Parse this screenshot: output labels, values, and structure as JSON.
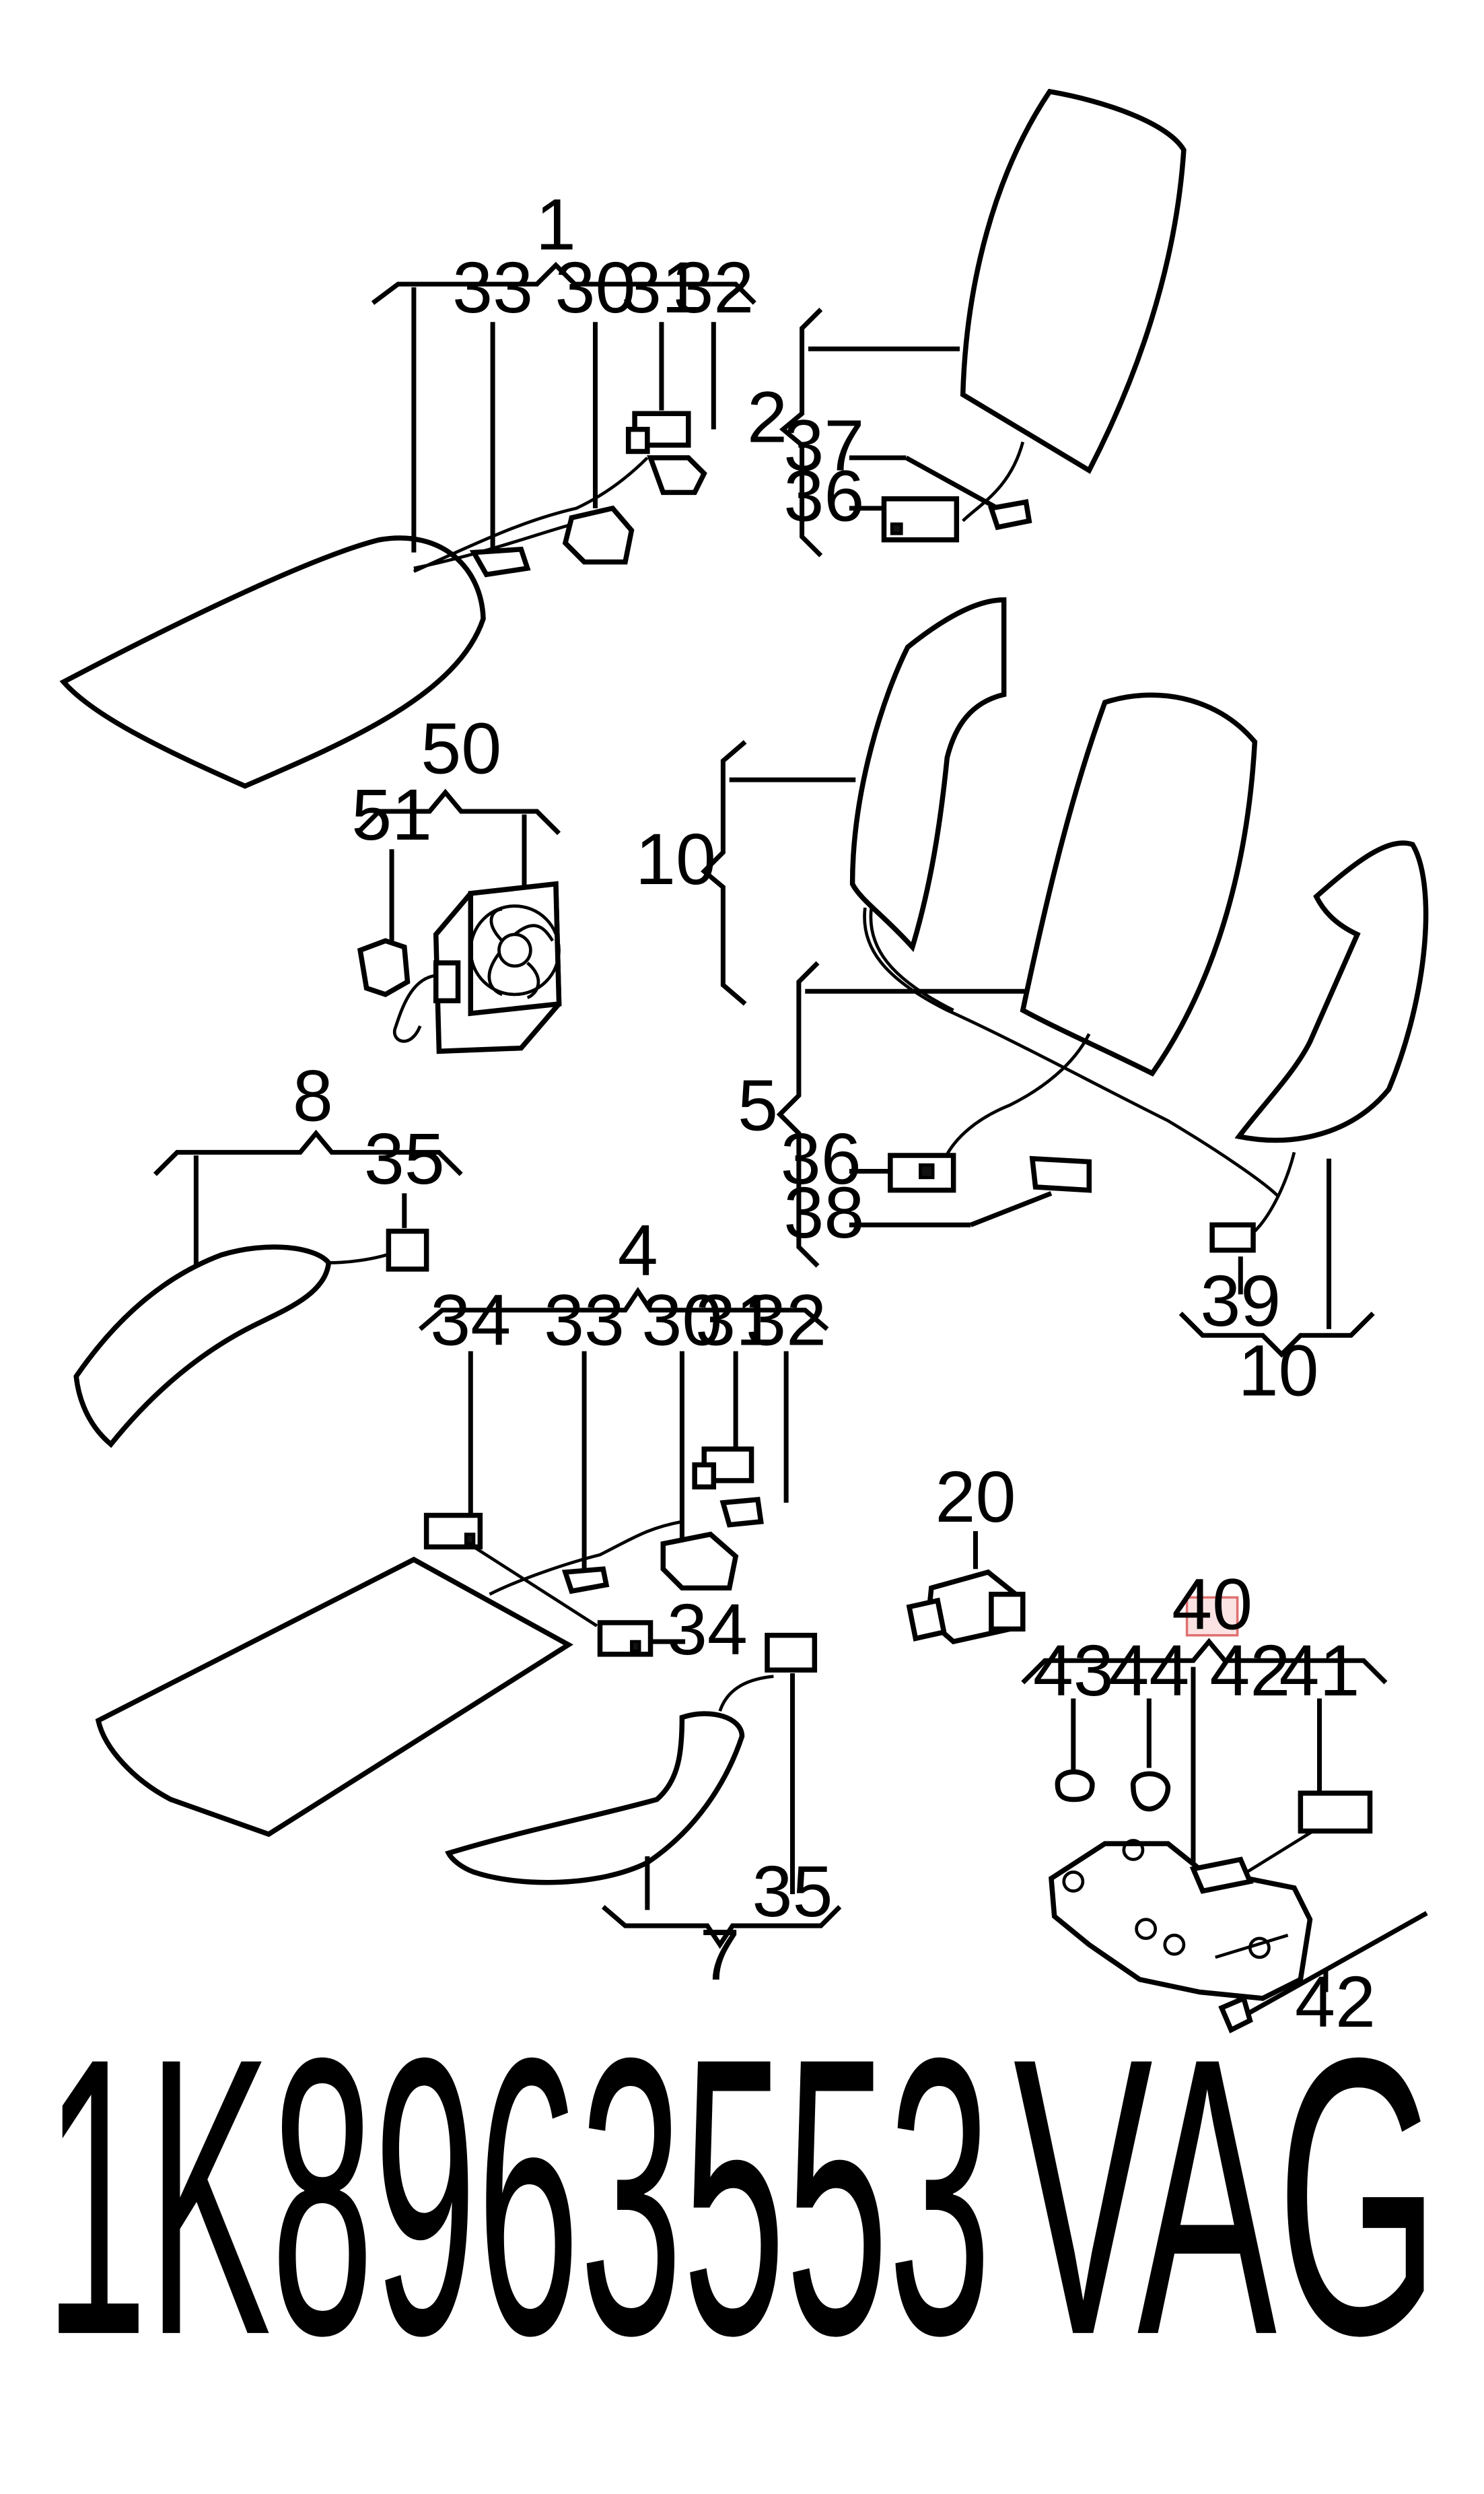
{
  "callouts": {
    "l1": "1",
    "l2": "2",
    "l4": "4",
    "l5": "5",
    "l7": "7",
    "l8": "8",
    "l10a": "10",
    "l10b": "10",
    "l20": "20",
    "l30a": "30",
    "l30b": "30",
    "l31a": "31",
    "l31b": "31",
    "l32a": "32",
    "l32b": "32",
    "l33a": "33",
    "l33b": "33",
    "l34a": "34",
    "l34b": "34",
    "l35a": "35",
    "l35b": "35",
    "l36a": "36",
    "l36b": "36",
    "l37": "37",
    "l38": "38",
    "l39": "39",
    "l40": "40",
    "l41": "41",
    "l42a": "42",
    "l42b": "42",
    "l43": "43",
    "l44": "44",
    "l50": "50",
    "l51": "51"
  },
  "highlight": {
    "callout": "40",
    "color": "#e07070",
    "fill": "#fbe3e3"
  },
  "footer": {
    "part_number": "1K8963553",
    "brand": "VAG"
  }
}
